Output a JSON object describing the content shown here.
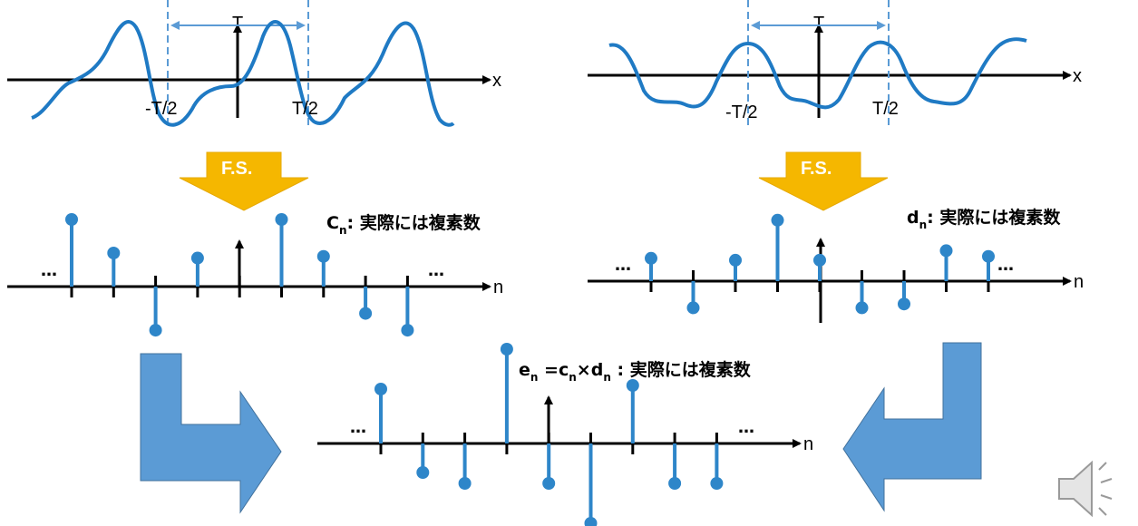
{
  "left_top": {
    "x_label": "x",
    "t_label": "T",
    "neg_half": "-T/2",
    "pos_half": "T/2"
  },
  "right_top": {
    "x_label": "x",
    "t_label": "T",
    "neg_half": "-T/2",
    "pos_half": "T/2"
  },
  "fs_arrow_label": "F.S.",
  "cn_label": {
    "main": "C",
    "sub": "n",
    "rest": ": 実際には複素数"
  },
  "dn_label": {
    "main": "d",
    "sub": "n",
    "rest": ": 実際には複素数"
  },
  "en_label": {
    "e": "e",
    "e_sub": "n",
    "eq": " =c",
    "c_sub": "n",
    "times": "×d",
    "d_sub": "n",
    "rest": " : 実際には複素数"
  },
  "n_label": "n",
  "ellipsis": "…",
  "colors": {
    "curve": "#1f7ac4",
    "stem": "#2e86c9",
    "arrow_blue": "#5b9bd5",
    "arrow_gold": "#f5b700"
  },
  "sequences": {
    "c_n": [
      2.0,
      1.0,
      -1.3,
      0.85,
      0,
      2.0,
      0.9,
      -0.8,
      -1.3
    ],
    "d_n": [
      0.6,
      -0.7,
      0.55,
      1.6,
      0.55,
      -0.7,
      -0.6,
      0.8,
      0.65
    ],
    "e_n": [
      1.5,
      -0.8,
      -1.1,
      2.6,
      -1.1,
      -2.2,
      1.6,
      -1.1,
      -1.1
    ]
  }
}
